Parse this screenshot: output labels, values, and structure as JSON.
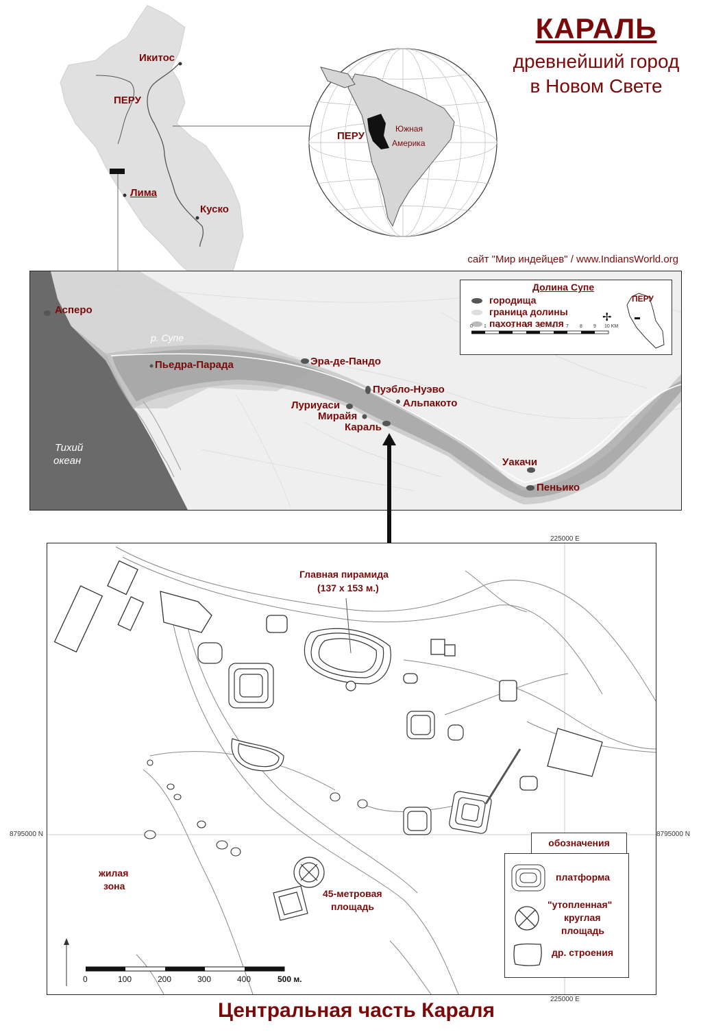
{
  "title": {
    "main": "КАРАЛЬ",
    "sub1": "древнейший город",
    "sub2": "в Новом Свете"
  },
  "peru_map": {
    "iquitos": "Икитос",
    "peru": "ПЕРУ",
    "lima": "Лима",
    "cusco": "Куско"
  },
  "globe": {
    "peru": "ПЕРУ",
    "continent_line1": "Южная",
    "continent_line2": "Америка"
  },
  "credit": "сайт \"Мир индейцев\" / www.IndiansWorld.org",
  "valley_map": {
    "aspero": "Асперо",
    "river": "р. Супе",
    "piedra_parada": "Пьедра-Парада",
    "era_de_pando": "Эра-де-Пандо",
    "pueblo_nuevo": "Пуэбло-Нуэво",
    "alpacoto": "Альпакото",
    "lurihuasi": "Луриуаси",
    "miraya": "Мирайя",
    "caral": "Караль",
    "ocean_line1": "Тихий",
    "ocean_line2": "океан",
    "upaca": "Уакачи",
    "peñico": "Пеньико",
    "legend": {
      "title": "Долина Супе",
      "items": [
        "городища",
        "граница долины",
        "пахотная земля"
      ],
      "scale_ticks": [
        "0",
        "1",
        "2",
        "3",
        "4",
        "5",
        "6",
        "7",
        "8",
        "9",
        "10 KM"
      ],
      "inset_label": "ПЕРУ"
    }
  },
  "site_map": {
    "coord_top": "225000 E",
    "coord_bottom": "225000 E",
    "coord_left": "8795000 N",
    "coord_right": "8795000 N",
    "main_pyramid_line1": "Главная пирамида",
    "main_pyramid_line2": "(137 х 153 м.)",
    "residential_line1": "жилая",
    "residential_line2": "зона",
    "plaza_line1": "45-метровая",
    "plaza_line2": "площадь",
    "scale_ticks": [
      "0",
      "100",
      "200",
      "300",
      "400",
      "500 м."
    ],
    "legend": {
      "title": "обозначения",
      "platform": "платформа",
      "sunken_line1": "\"утопленная\"",
      "sunken_line2": "круглая",
      "sunken_line3": "площадь",
      "other": "др. строения"
    }
  },
  "footer": "Центральная часть Караля",
  "colors": {
    "label_red": "#7a0a0a",
    "ocean": "#6a6a6a",
    "land": "#e0e0e0",
    "valley": "#b8b8b8"
  }
}
